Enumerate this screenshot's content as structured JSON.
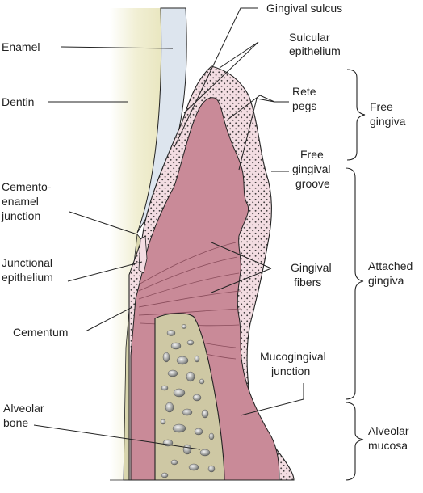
{
  "labels": {
    "gingival_sulcus": "Gingival sulcus",
    "enamel": "Enamel",
    "sulcular_epithelium_1": "Sulcular",
    "sulcular_epithelium_2": "epithelium",
    "dentin": "Dentin",
    "rete_pegs_1": "Rete",
    "rete_pegs_2": "pegs",
    "free_gingiva_1": "Free",
    "free_gingiva_2": "gingiva",
    "free_gingival_groove_1": "Free",
    "free_gingival_groove_2": "gingival",
    "free_gingival_groove_3": "groove",
    "cej_1": "Cemento-",
    "cej_2": "enamel",
    "cej_3": "junction",
    "junctional_epithelium_1": "Junctional",
    "junctional_epithelium_2": "epithelium",
    "gingival_fibers_1": "Gingival",
    "gingival_fibers_2": "fibers",
    "attached_gingiva_1": "Attached",
    "attached_gingiva_2": "gingiva",
    "cementum": "Cementum",
    "mucogingival_junction_1": "Mucogingival",
    "mucogingival_junction_2": "junction",
    "alveolar_bone_1": "Alveolar",
    "alveolar_bone_2": "bone",
    "alveolar_mucosa_1": "Alveolar",
    "alveolar_mucosa_2": "mucosa"
  },
  "colors": {
    "dentin": "#ece9c6",
    "enamel": "#dde5ee",
    "gingiva_epithelium": "#f3dde2",
    "connective_tissue": "#c98a98",
    "bone": "#cec8a4",
    "bone_pores": "#8c8e8c",
    "ink": "#222222"
  }
}
